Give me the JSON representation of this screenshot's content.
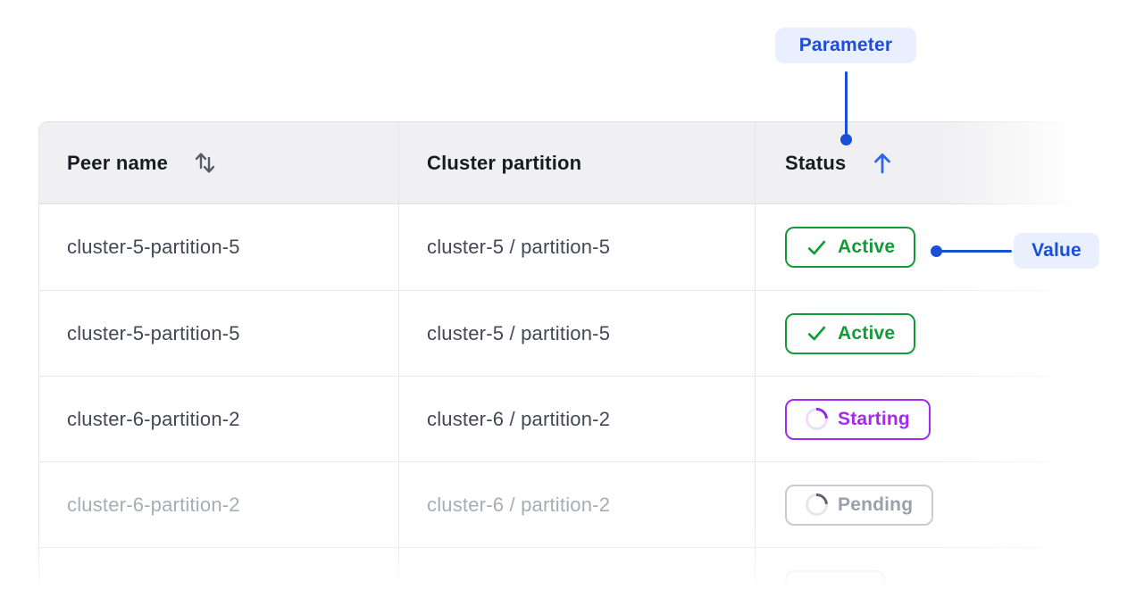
{
  "annotations": {
    "parameter": {
      "label": "Parameter"
    },
    "value": {
      "label": "Value"
    },
    "colors": {
      "accent_blue": "#1c4fd8",
      "label_bg": "#e9effd"
    }
  },
  "table": {
    "header": {
      "columns": [
        {
          "label": "Peer name",
          "sort_icon": "sort-both-icon"
        },
        {
          "label": "Cluster partition",
          "sort_icon": "none"
        },
        {
          "label": "Status",
          "sort_icon": "arrow-up-icon"
        }
      ]
    },
    "rows": [
      {
        "peer_name": "cluster-5-partition-5",
        "cluster_partition": "cluster-5 / partition-5",
        "status": "Active",
        "status_kind": "active",
        "status_icon": "check-icon",
        "muted": false
      },
      {
        "peer_name": "cluster-5-partition-5",
        "cluster_partition": "cluster-5 / partition-5",
        "status": "Active",
        "status_kind": "active",
        "status_icon": "check-icon",
        "muted": false
      },
      {
        "peer_name": "cluster-6-partition-2",
        "cluster_partition": "cluster-6 / partition-2",
        "status": "Starting",
        "status_kind": "starting",
        "status_icon": "spinner-icon",
        "muted": false
      },
      {
        "peer_name": "cluster-6-partition-2",
        "cluster_partition": "cluster-6 / partition-2",
        "status": "Pending",
        "status_kind": "pending",
        "status_icon": "spinner-icon",
        "muted": true
      },
      {
        "peer_name": "",
        "cluster_partition": "",
        "status": "",
        "status_kind": "ghost",
        "status_icon": "none",
        "muted": true
      }
    ],
    "status_colors": {
      "active": "#149a38",
      "starting": "#a32bf0",
      "pending_text": "#9aa1ab",
      "pending_border": "#c9cdd3"
    }
  }
}
